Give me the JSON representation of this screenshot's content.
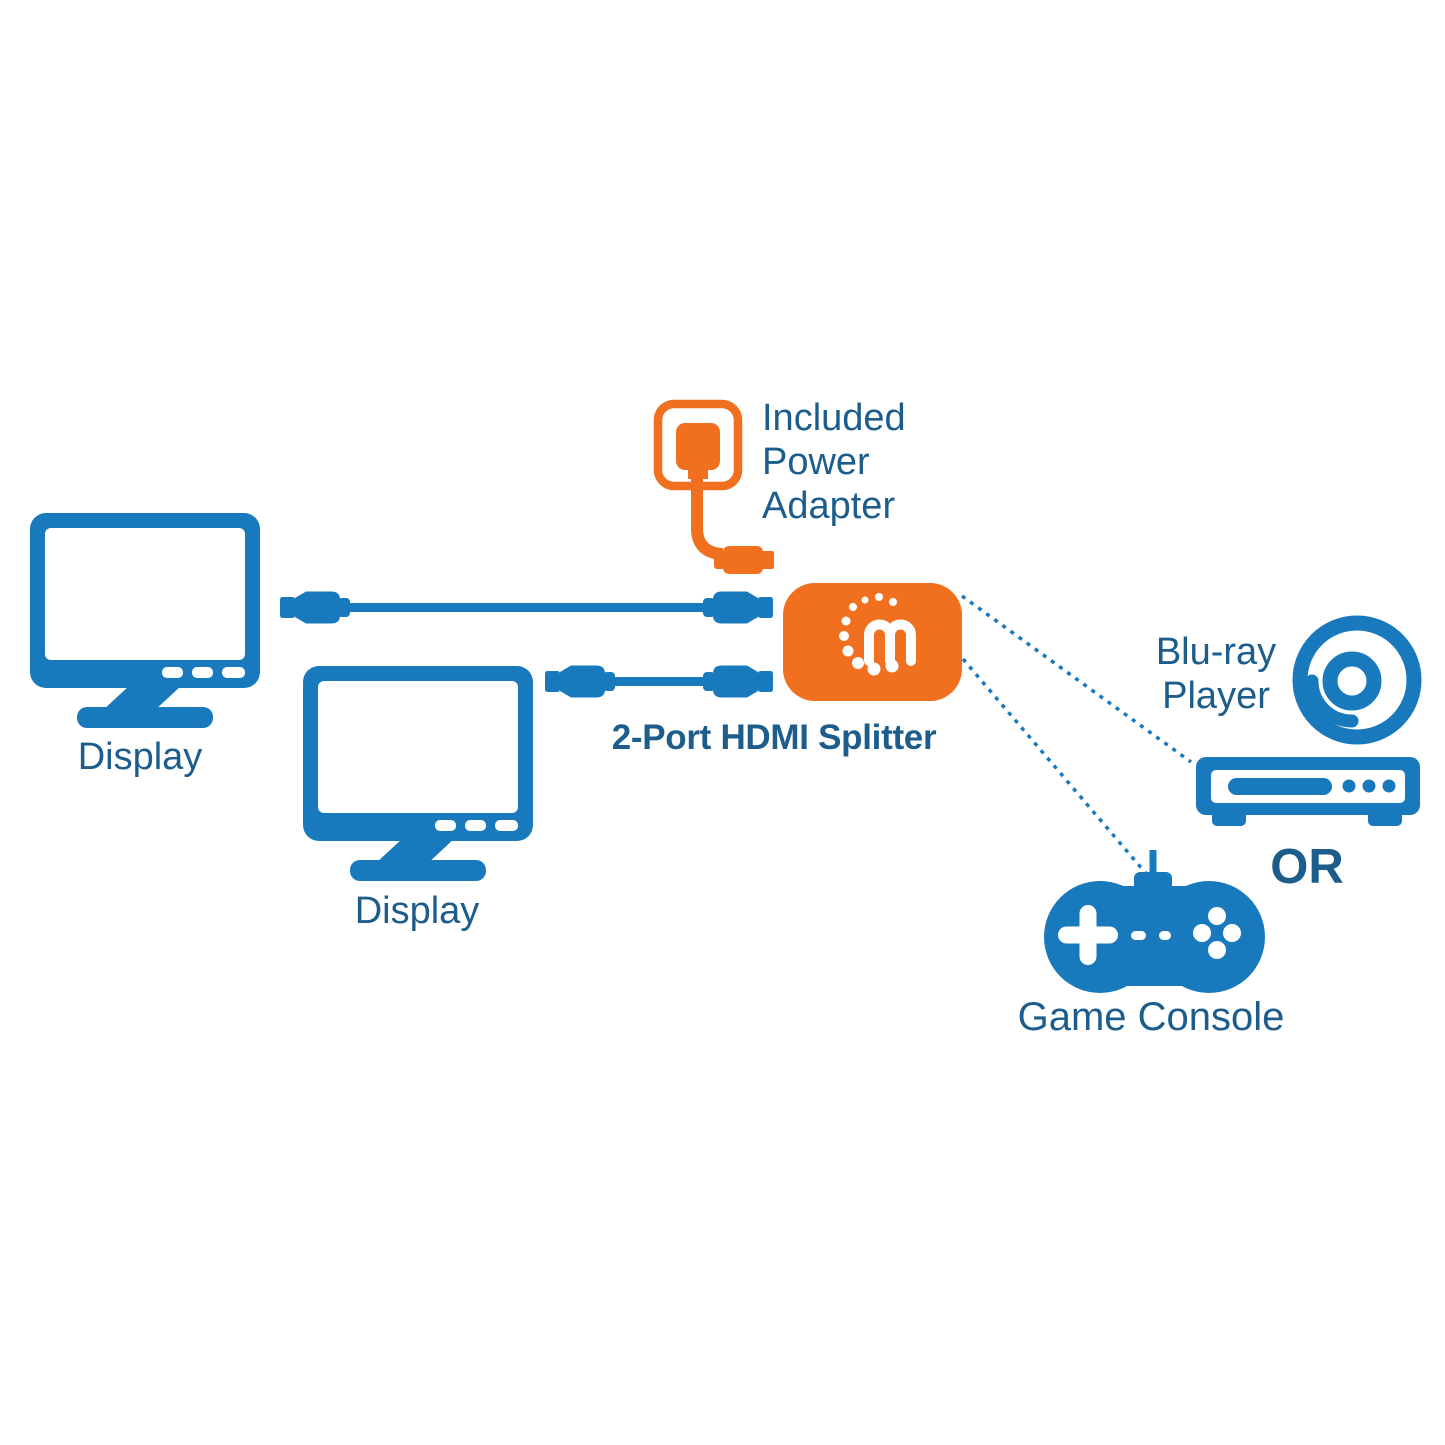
{
  "diagram": {
    "power_adapter": {
      "label_lines": [
        "Included",
        "Power",
        "Adapter"
      ]
    },
    "splitter": {
      "label": "2-Port HDMI Splitter",
      "logo_letter": "m"
    },
    "displays": [
      {
        "label": "Display"
      },
      {
        "label": "Display"
      }
    ],
    "bluray": {
      "label_lines": [
        "Blu-ray",
        "Player"
      ]
    },
    "or_label": "OR",
    "game_console": {
      "label": "Game Console"
    },
    "icons": {
      "power_adapter": "wall-plug-icon",
      "splitter": "manhattan-logo-box-icon",
      "display": "monitor-icon",
      "cable": "hdmi-cable-icon",
      "bluray_disc": "disc-icon",
      "bluray_player": "player-deck-icon",
      "game_console": "gamepad-icon",
      "connection": "dotted-line"
    },
    "colors": {
      "icon_blue": "#1879bd",
      "label_blue": "#1d5d8c",
      "orange": "#f1701f",
      "background": "#ffffff"
    }
  }
}
